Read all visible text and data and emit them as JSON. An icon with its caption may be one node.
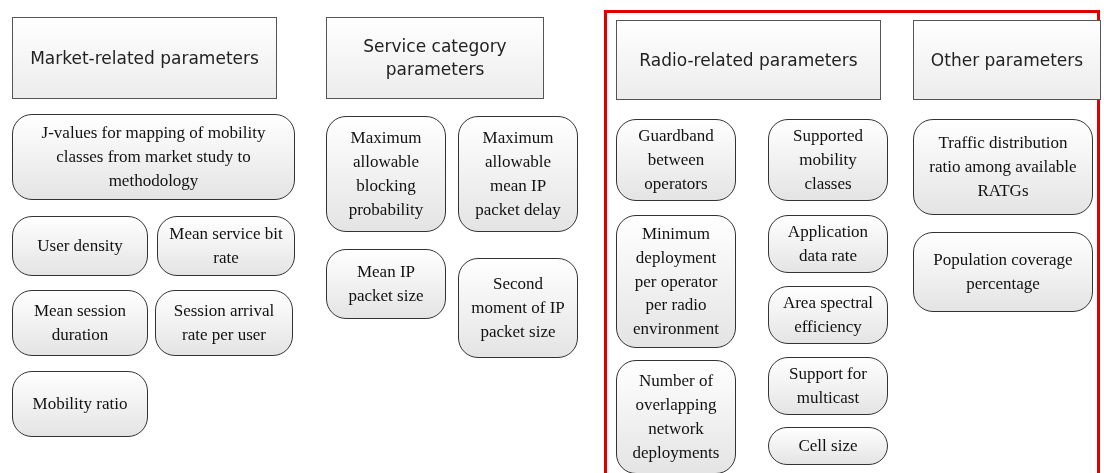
{
  "diagram": {
    "nodes": [
      {
        "text": [
          "Market-related parameters"
        ]
      },
      {
        "text": [
          "Service category parameters"
        ]
      },
      {
        "text": [],
        "shape": "box"
      },
      {
        "text": [
          "Radio-related parameters"
        ],
        "in": 2
      },
      {
        "text": [
          "Other parameters"
        ],
        "in": 2
      },
      {
        "text": [
          "J-values for mapping of mobility classes from market study to methodology"
        ]
      },
      {
        "text": [
          "User density"
        ]
      },
      {
        "text": [
          "Mean service bit rate"
        ]
      },
      {
        "text": [
          "Mean session duration"
        ]
      },
      {
        "text": [
          "Session arrival rate per user"
        ]
      },
      {
        "text": [
          "Mobility ratio"
        ]
      },
      {
        "text": [
          "Maximum allowable blocking probability"
        ]
      },
      {
        "text": [
          "Maximum allowable mean IP packet delay"
        ]
      },
      {
        "text": [
          "Mean IP packet size"
        ]
      },
      {
        "text": [
          "Second moment of IP packet size"
        ]
      },
      {
        "text": [
          "Guardband between operators"
        ],
        "in": 2
      },
      {
        "text": [
          "Supported mobility classes"
        ],
        "in": 2
      },
      {
        "text": [
          "Minimum deployment per operator per radio environment"
        ],
        "in": 2
      },
      {
        "text": [
          "Application data rate"
        ],
        "in": 2
      },
      {
        "text": [
          "Area spectral efficiency"
        ],
        "in": 2
      },
      {
        "text": [
          "Number of overlapping network deployments"
        ],
        "in": 2
      },
      {
        "text": [
          "Support for multicast"
        ],
        "in": 2
      },
      {
        "text": [
          "Cell size"
        ],
        "in": 2
      },
      {
        "text": [
          "Traffic distribution ratio among available RATGs"
        ],
        "in": 2
      },
      {
        "text": [
          "Population coverage percentage"
        ],
        "in": 2
      }
    ],
    "edges": []
  }
}
